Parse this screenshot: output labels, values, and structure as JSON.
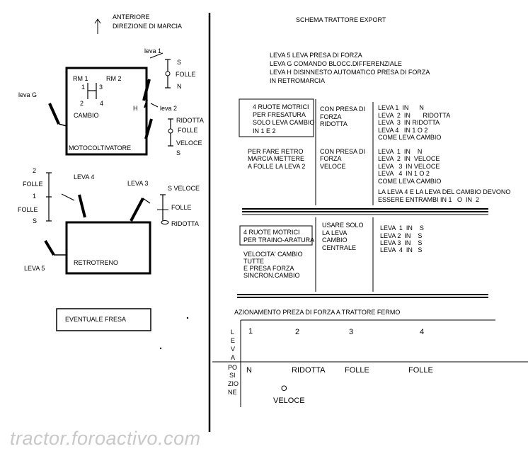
{
  "left": {
    "direction_top": "ANTERIORE",
    "direction_bottom": "DIREZIONE DI MARCIA",
    "leva1": "leva 1",
    "leva1_s": "S",
    "leva1_folle": "FOLLE",
    "leva1_n": "N",
    "levaG": "leva G",
    "rm1": "RM 1",
    "rm2": "RM 2",
    "g1": "1",
    "g3": "3",
    "g2": "2",
    "g4": "4",
    "cambio": "CAMBIO",
    "h": "H",
    "leva2": "leva 2",
    "ridotta": "RIDOTTA",
    "folle2": "FOLLE",
    "veloce": "VELOCE",
    "leva2_s": "S",
    "motocoltivatore": "MOTOCOLTIVATORE",
    "l4_2": "2",
    "l4_folle1": "FOLLE",
    "l4_1": "1",
    "l4_folle2": "FOLLE",
    "l4_s": "S",
    "leva4": "LEVA 4",
    "leva3": "LEVA 3",
    "l3_s_veloce": "S  VELOCE",
    "l3_folle": "FOLLE",
    "l3_ridotta": "RIDOTTA",
    "retrotreno": "RETROTRENO",
    "leva5": "LEVA 5",
    "fresa": "EVENTUALE FRESA"
  },
  "right": {
    "title": "SCHEMA TRATTORE EXPORT",
    "legend": [
      "LEVA 5  LEVA PRESA DI FORZA",
      "LEVA G  COMANDO BLOCC.DIFFERENZIALE",
      "LEVA H  DISINNESTO AUTOMATICO PRESA DI FORZA",
      "IN RETROMARCIA"
    ],
    "box_fresatura": [
      "4 RUOTE MOTRICI",
      "PER FRESATURA",
      "SOLO LEVA CAMBIO",
      "IN 1 E 2"
    ],
    "presa_ridotta": [
      "CON PRESA DI",
      "FORZA",
      "RIDOTTA"
    ],
    "leve_ridotta": [
      "LEVA 1  IN      N",
      "LEVA  2  IN       RIDOTTA",
      "LEVA  3  IN RIDOTTA",
      "LEVA 4   IN 1 O 2",
      "COME LEVA CAMBIO"
    ],
    "retro": [
      "PER FARE RETRO",
      "MARCIA METTERE",
      "A FOLLE LA LEVA 2"
    ],
    "presa_veloce": [
      "CON PRESA DI",
      "FORZA",
      "VELOCE"
    ],
    "leve_veloce": [
      "LEVA  1  IN    N",
      "LEVA  2  IN  VELOCE",
      "LEVA   3  IN VELOCE",
      "LEVA   4  IN 1 O 2",
      "COME LEVA CAMBIO"
    ],
    "note": [
      "LA LEVA 4 E LA LEVA DEL CAMBIO DEVONO",
      "ESSERE ENTRAMBI IN 1   O  IN  2"
    ],
    "box_traino": [
      "4 RUOTE MOTRICI",
      "PER TRAINO-ARATURA"
    ],
    "usare": [
      "USARE SOLO",
      "LA LEVA",
      "CAMBIO",
      "CENTRALE"
    ],
    "leve_s": [
      "LEVA  1  IN    S",
      "LEVA 2  IN    S",
      "LEVA 3  IN    S",
      "LEVA  4  IN   S"
    ],
    "velocita": [
      "VELOCITA' CAMBIO",
      "TUTTE",
      "E PRESA FORZA",
      "SINCRON.CAMBIO"
    ],
    "azionamento": "AZIONAMENTO PREZA DI FORZA A  TRATTORE FERMO",
    "leva_letters": [
      "L",
      "E",
      "V",
      "A"
    ],
    "posizione": [
      "PO",
      "SI",
      "ZIO",
      "NE"
    ],
    "nums": [
      "1",
      "2",
      "3",
      "4"
    ],
    "pos1": "N",
    "pos2": "RIDOTTA",
    "pos3": "FOLLE",
    "pos4": "FOLLE",
    "pos_o": "O",
    "pos_veloce": "VELOCE"
  },
  "watermark": "tractor.foroactivo.com"
}
